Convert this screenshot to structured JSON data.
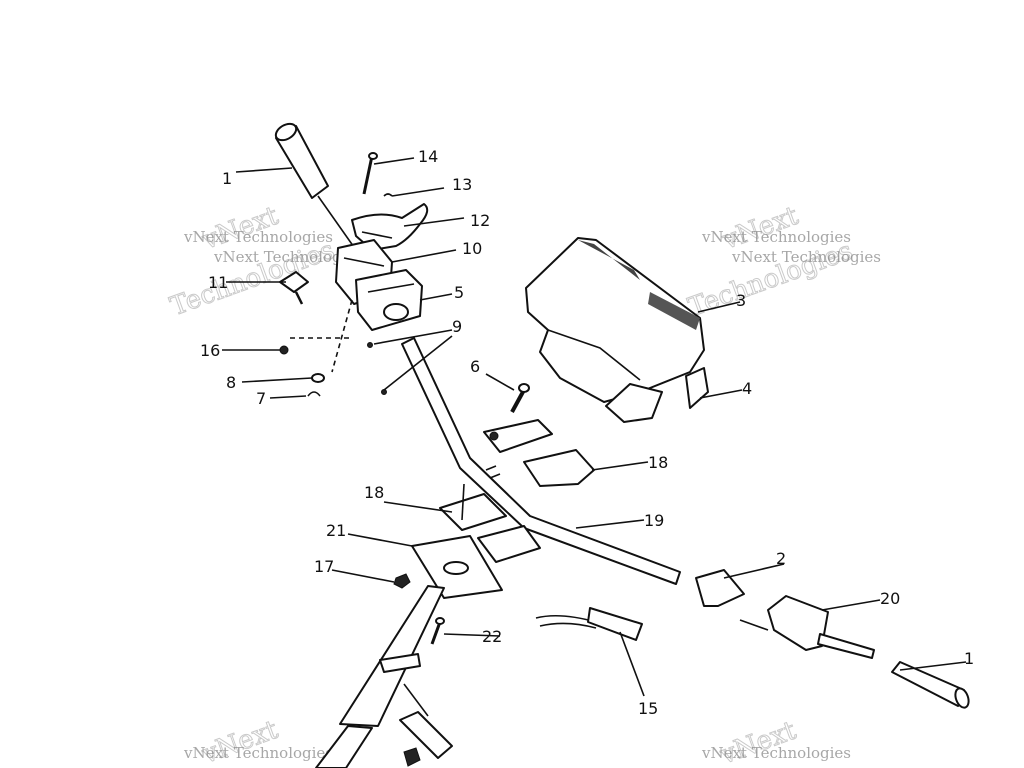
{
  "watermark": {
    "line1": "vNext Technologies",
    "line2": "vNext",
    "line3": "Technologies"
  },
  "callouts": {
    "c1a": "1",
    "c14": "14",
    "c13": "13",
    "c12": "12",
    "c10": "10",
    "c11": "11",
    "c5": "5",
    "c9": "9",
    "c16": "16",
    "c8": "8",
    "c7": "7",
    "c3": "3",
    "c4": "4",
    "c6": "6",
    "c18a": "18",
    "c18b": "18",
    "c19": "19",
    "c21": "21",
    "c17": "17",
    "c2": "2",
    "c20": "20",
    "c22": "22",
    "c15": "15",
    "c1b": "1"
  }
}
